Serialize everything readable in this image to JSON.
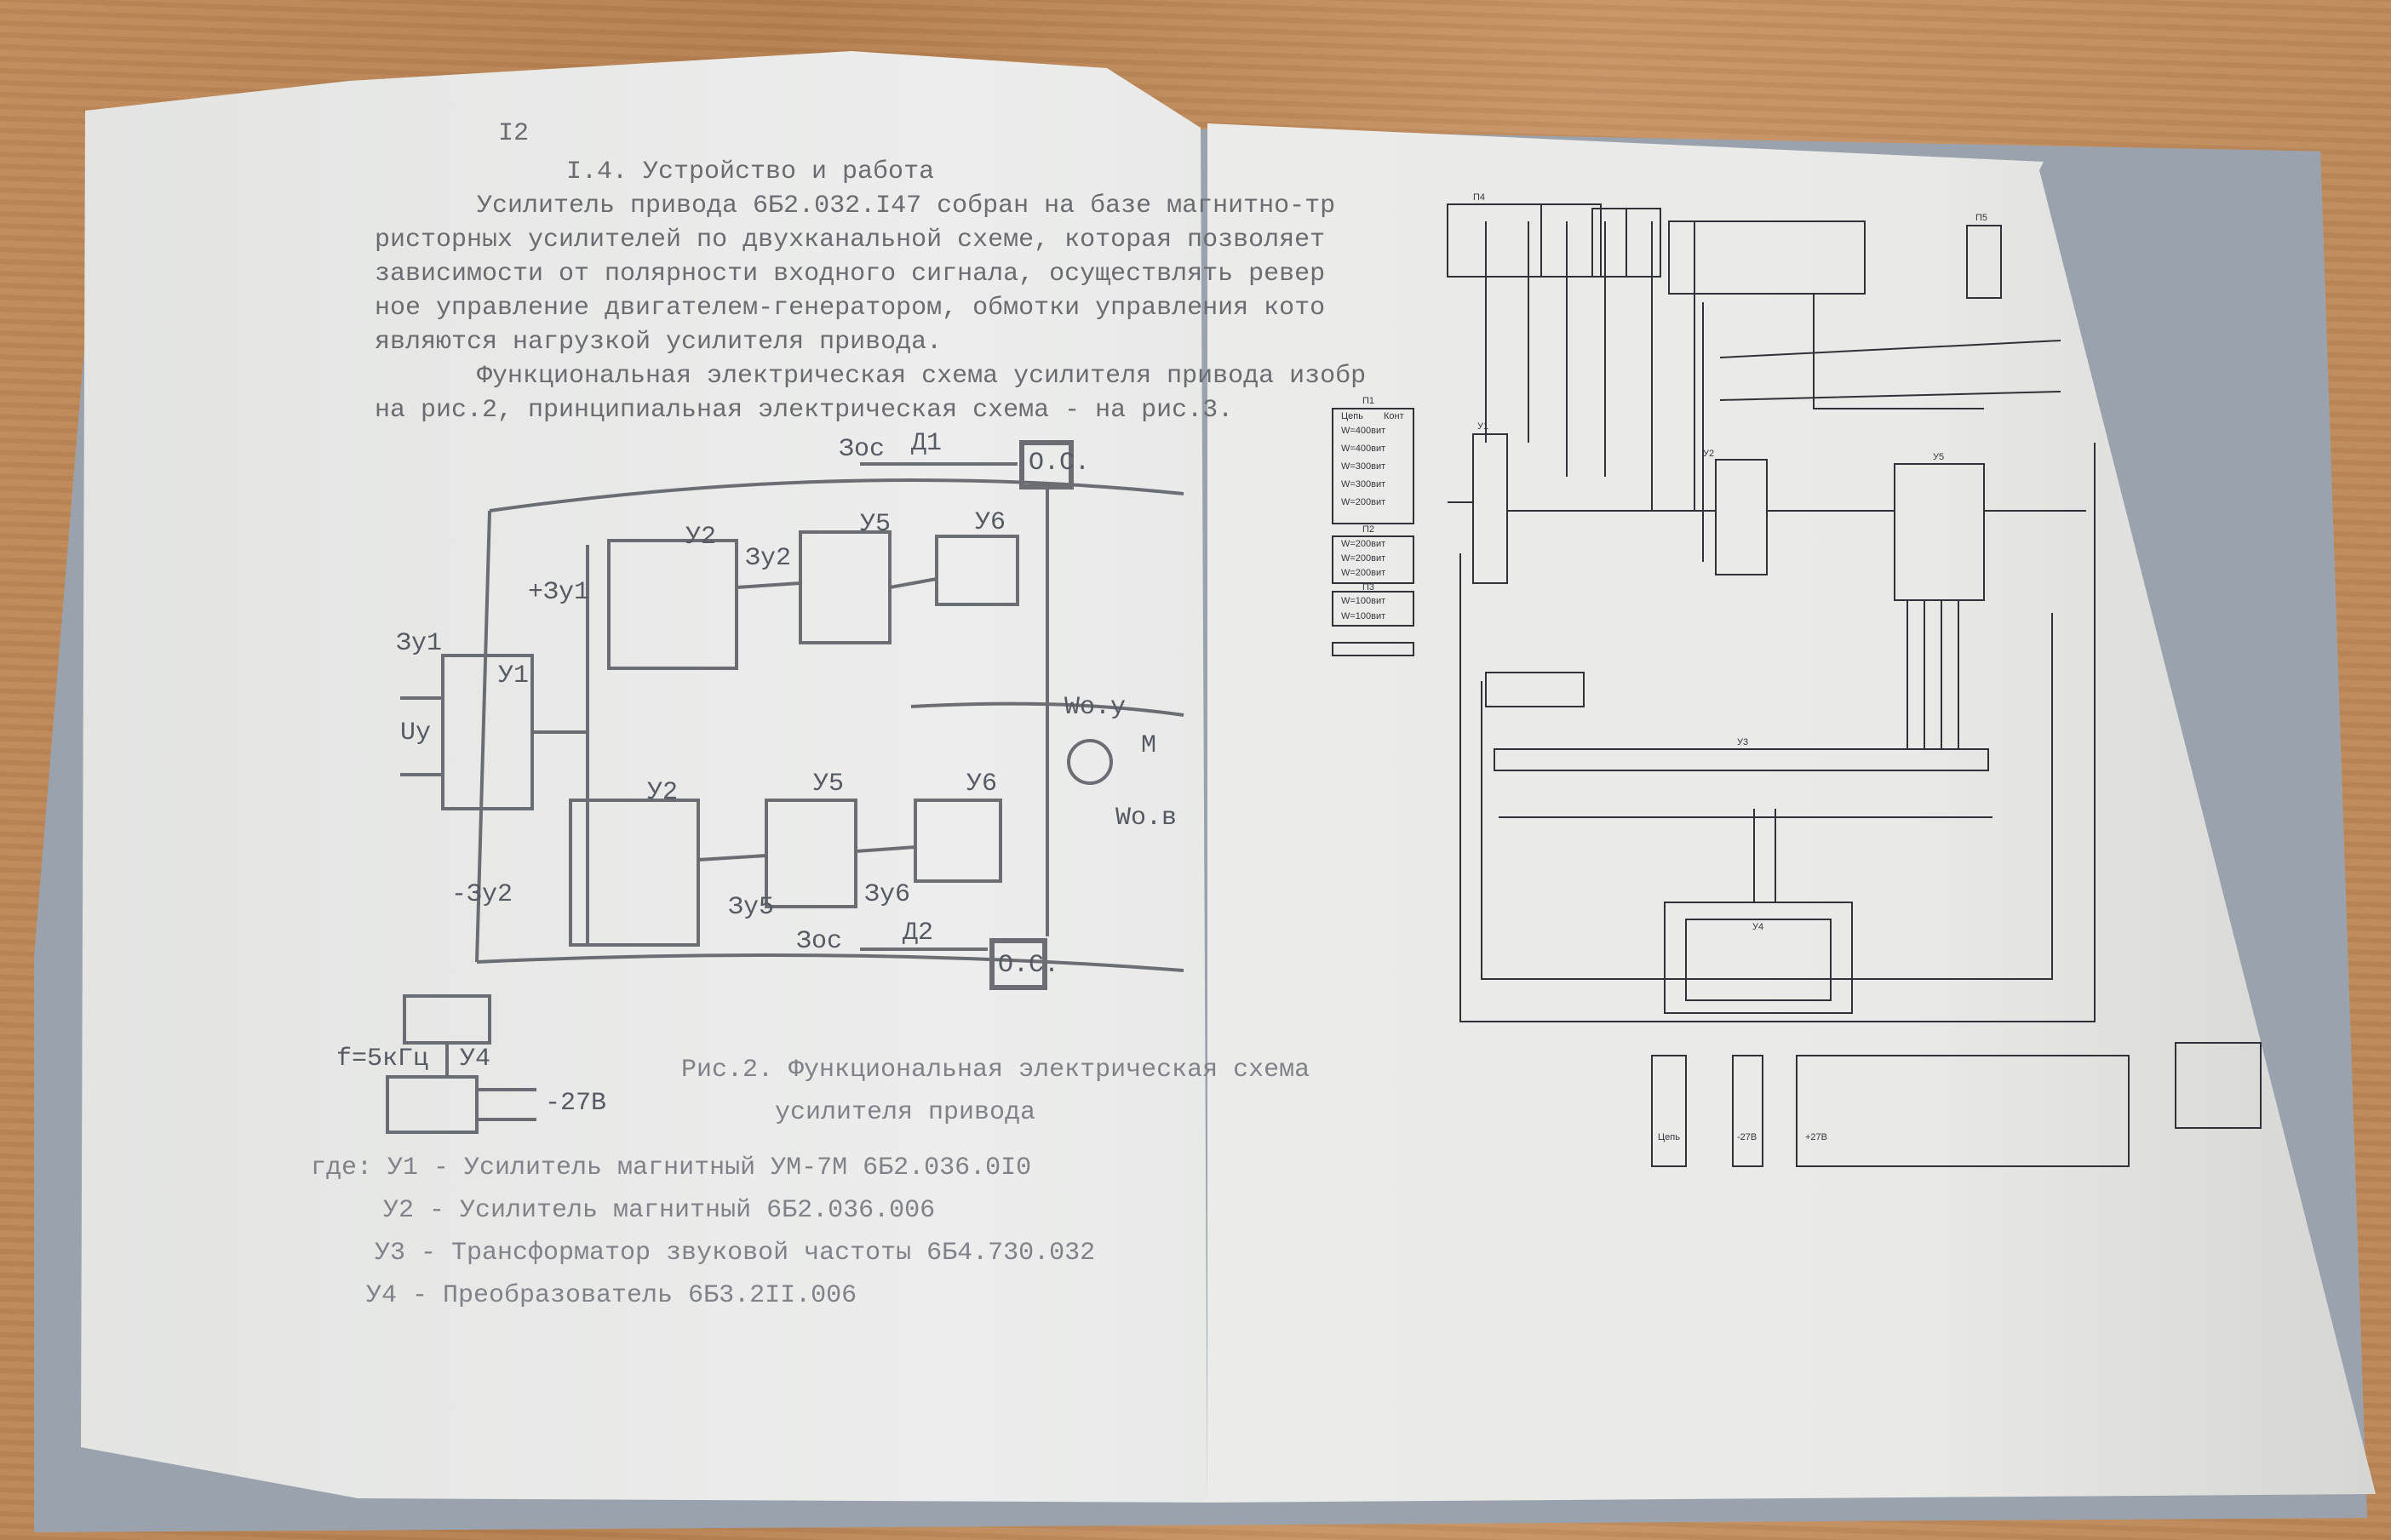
{
  "left_page": {
    "page_number": "I2",
    "section_heading": "I.4. Устройство и работа",
    "paragraph_lines": [
      "Усилитель привода 6Б2.032.I47 собран на базе магнитно-тр",
      "ристорных усилителей по двухканальной схеме, которая позволяет",
      "зависимости от полярности входного сигнала, осуществлять ревер",
      "ное управление двигателем-генератором, обмотки управления кото",
      "являются нагрузкой усилителя привода.",
      "Функциональная электрическая схема усилителя привода изобр",
      "на рис.2, принципиальная электрическая схема - на рис.3."
    ],
    "diagram_labels": {
      "u1": "У1",
      "u2_top": "У2",
      "u5_top": "У5",
      "u6_top": "У6",
      "u2_bottom": "У2",
      "u5_bottom": "У5",
      "u6_bottom": "У6",
      "u4": "У4",
      "os_top": "О.С.",
      "os_bottom": "О.С.",
      "d1": "Д1",
      "d2": "Д2",
      "ios_top": "Зос",
      "ios_bottom": "Зос",
      "iy1": "Зу1",
      "uy": "Uу",
      "iy1_plus": "+Зу1",
      "iy2_minus": "-Зу2",
      "iy2": "Зу2",
      "iy5": "Зу5",
      "iy6": "Зу6",
      "w_ou": "Wо.у",
      "motor": "М",
      "w_ov": "Wо.в",
      "freq": "f=5кГц",
      "supply": "-27В"
    },
    "figure_caption": [
      "Рис.2. Функциональная электрическая схема",
      "усилителя привода"
    ],
    "legend": [
      "где: У1 - Усилитель магнитный УМ-7М 6Б2.036.0I0",
      "У2 - Усилитель магнитный 6Б2.036.006",
      "У3 - Трансформатор звуковой частоты 6Б4.730.032",
      "У4 - Преобразователь 6Б3.2II.006"
    ]
  },
  "right_page": {
    "schematic_labels": {
      "connectors": [
        "П1",
        "П2",
        "П3",
        "П4",
        "П5"
      ],
      "units": [
        "У1",
        "У2",
        "У3",
        "У4",
        "У5"
      ],
      "inputs": [
        "W=400вит",
        "W=400вит",
        "W=300вит",
        "W=300вит",
        "W=200вит",
        "W=200вит",
        "W=200вит",
        "W=200вит",
        "W=100вит",
        "W=100вит"
      ],
      "bottom": [
        "-27В",
        "+27В",
        "Цепь"
      ],
      "table_header": [
        "Цепь",
        "Конт"
      ]
    }
  },
  "colors": {
    "ink": "#5f626a",
    "paper": "#ebebe9",
    "wood": "#bf8a5a",
    "cover": "#9aa3ad"
  }
}
